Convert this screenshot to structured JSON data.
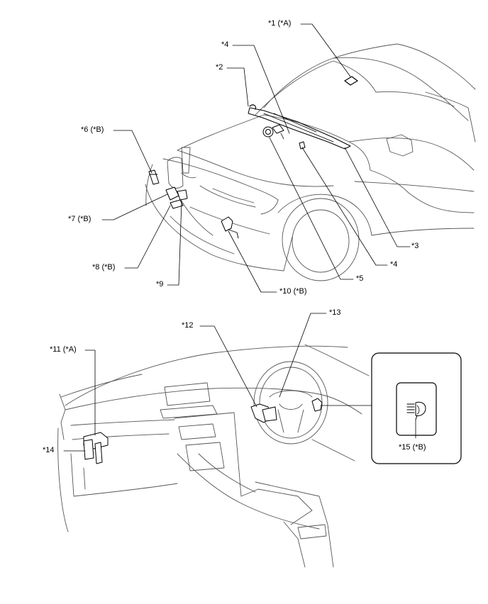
{
  "diagram": {
    "labels": {
      "c1": "*1 (*A)",
      "c2": "*2",
      "c3": "*3",
      "c4a": "*4",
      "c4b": "*4",
      "c5": "*5",
      "c6": "*6 (*B)",
      "c7": "*7 (*B)",
      "c8": "*8 (*B)",
      "c9": "*9",
      "c10": "*10 (*B)",
      "c11": "*11 (*A)",
      "c12": "*12",
      "c13": "*13",
      "c14": "*14",
      "c15": "*15 (*B)"
    },
    "detail_inset_icon": "headlight-beam-switch-icon"
  }
}
